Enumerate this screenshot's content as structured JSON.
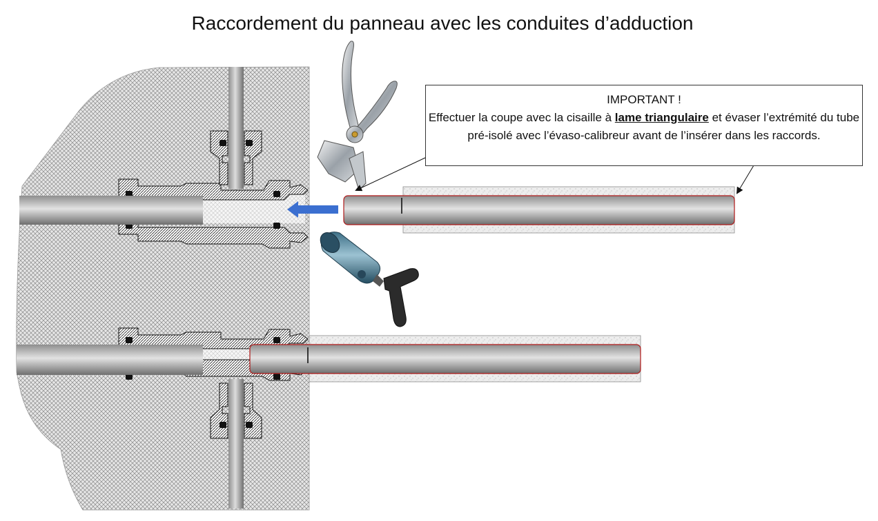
{
  "slide": {
    "title": "Raccordement du panneau avec les conduites d’adduction"
  },
  "note": {
    "heading": "IMPORTANT !",
    "text_before": "Effectuer la coupe avec la cisaille à ",
    "emphasis": "lame triangulaire",
    "text_after": " et évaser l’extrémité du tube pré-isolé avec l’évaso-calibreur avant de l’insérer dans les raccords."
  },
  "illustrations": {
    "cutter_tool": "pipe-cutter-shears-icon",
    "flaring_tool": "evaso-calibreur-tool-icon",
    "insert_arrow": "arrow-left-icon"
  },
  "colors": {
    "panel_hatch": "#8a8a8a",
    "pipe_gray": "#9e9e9e",
    "insertion_arrow": "#3b6fd0",
    "insulation_edge": "#b01818"
  }
}
